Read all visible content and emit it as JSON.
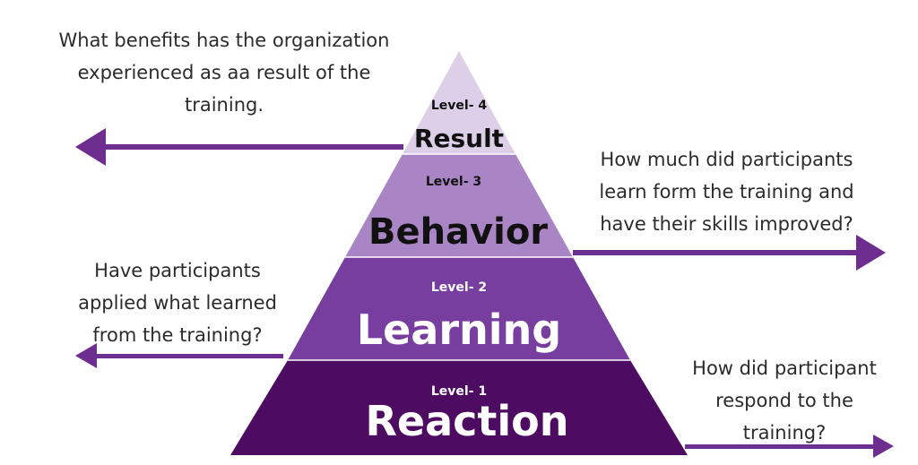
{
  "colors": {
    "level4": "#dccfe7",
    "level3": "#a985c6",
    "level2": "#773d9f",
    "level1": "#4d0c62",
    "arrow": "#6d2e8f",
    "dark_text": "#111111",
    "light_text": "#ffffff"
  },
  "levels": [
    {
      "tag": "Level- 4",
      "name": "Result"
    },
    {
      "tag": "Level- 3",
      "name": "Behavior"
    },
    {
      "tag": "Level- 2",
      "name": "Learning"
    },
    {
      "tag": "Level- 1",
      "name": "Reaction"
    }
  ],
  "questions": {
    "result": "What  benefits has the organization\nexperienced as aa result of the\ntraining.",
    "behavior": "How much did participants\nlearn form the training and\nhave their skills improved?",
    "learning": "Have participants\napplied what learned\nfrom the training?",
    "reaction": "How did participant\nrespond to the\ntraining?"
  }
}
